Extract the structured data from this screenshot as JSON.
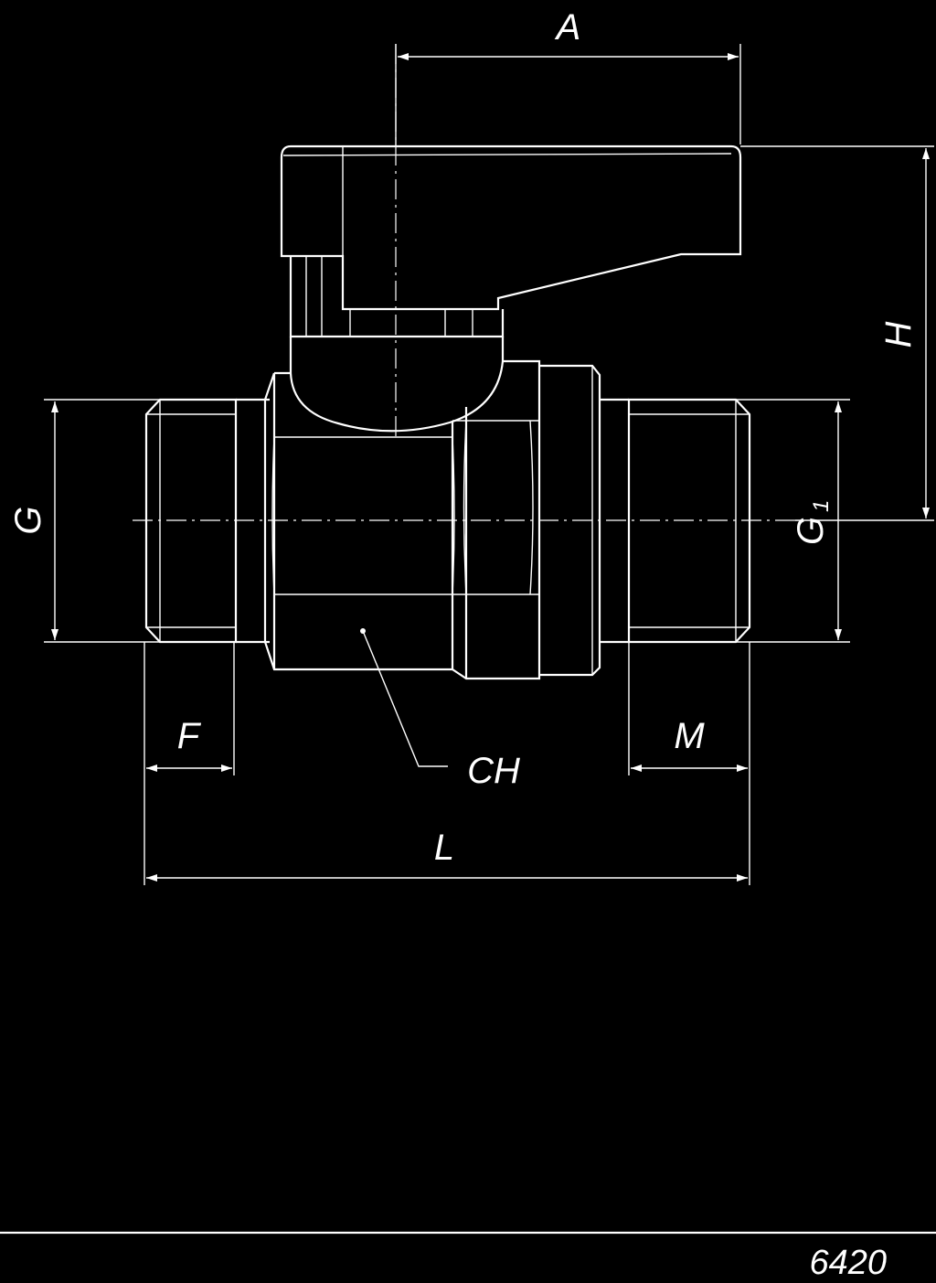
{
  "labels": {
    "a": "A",
    "h": "H",
    "g": "G",
    "g1_main": "G",
    "g1_sub": "1",
    "f": "F",
    "m": "M",
    "ch": "CH",
    "l": "L"
  },
  "footer": {
    "code": "6420"
  },
  "colors": {
    "background": "#000000",
    "line": "#ffffff"
  }
}
